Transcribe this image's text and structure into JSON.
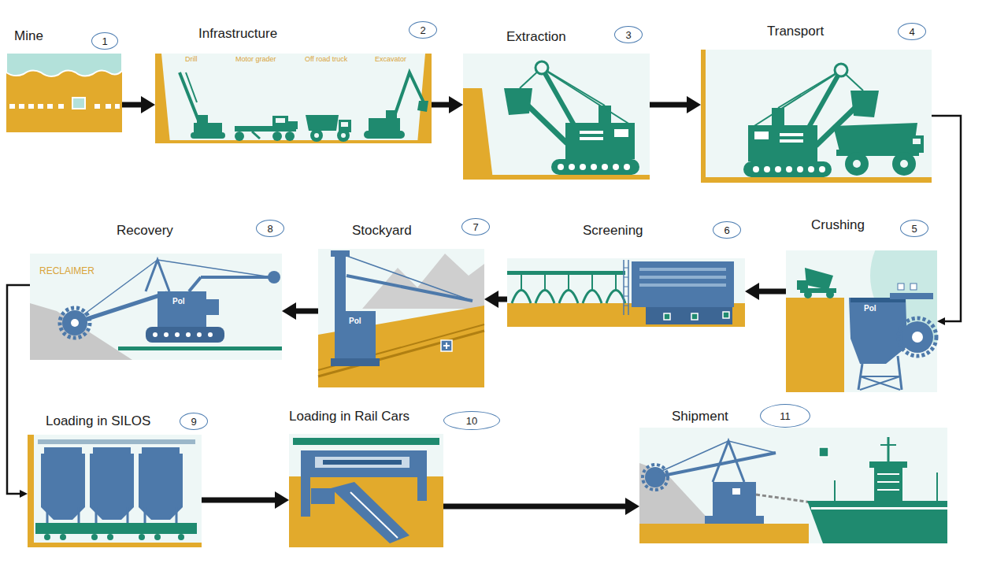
{
  "diagram": {
    "nodes": [
      {
        "text": [
          "Mine",
          "1"
        ]
      },
      {
        "text": [
          "Infrastructure",
          "2"
        ]
      },
      {
        "text": [
          "Extraction",
          "3"
        ]
      },
      {
        "text": [
          "Transport",
          "4"
        ]
      },
      {
        "text": [
          "Crushing",
          "5"
        ]
      },
      {
        "text": [
          "Screening",
          "6"
        ]
      },
      {
        "text": [
          "Stockyard",
          "7"
        ]
      },
      {
        "text": [
          "Recovery",
          "8"
        ]
      },
      {
        "text": [
          "Loading in SILOS",
          "9"
        ]
      },
      {
        "text": [
          "Loading in Rail Cars",
          "10"
        ]
      },
      {
        "text": [
          "Shipment",
          "11"
        ]
      }
    ],
    "edges": [
      {
        "from": 0,
        "to": 1,
        "arrow": "to"
      },
      {
        "from": 1,
        "to": 2,
        "arrow": "to"
      },
      {
        "from": 2,
        "to": 3,
        "arrow": "to"
      },
      {
        "from": 3,
        "to": 4,
        "arrow": "to"
      },
      {
        "from": 4,
        "to": 5,
        "arrow": "to"
      },
      {
        "from": 5,
        "to": 6,
        "arrow": "to"
      },
      {
        "from": 6,
        "to": 7,
        "arrow": "to"
      },
      {
        "from": 7,
        "to": 8,
        "arrow": "to"
      },
      {
        "from": 8,
        "to": 9,
        "arrow": "to"
      },
      {
        "from": 9,
        "to": 10,
        "arrow": "to"
      }
    ],
    "labels": [
      "Drill",
      "Motor grader",
      "Off road truck",
      "Excavator",
      "RECLAIMER",
      "Pol",
      "Pol",
      "Pol"
    ]
  }
}
